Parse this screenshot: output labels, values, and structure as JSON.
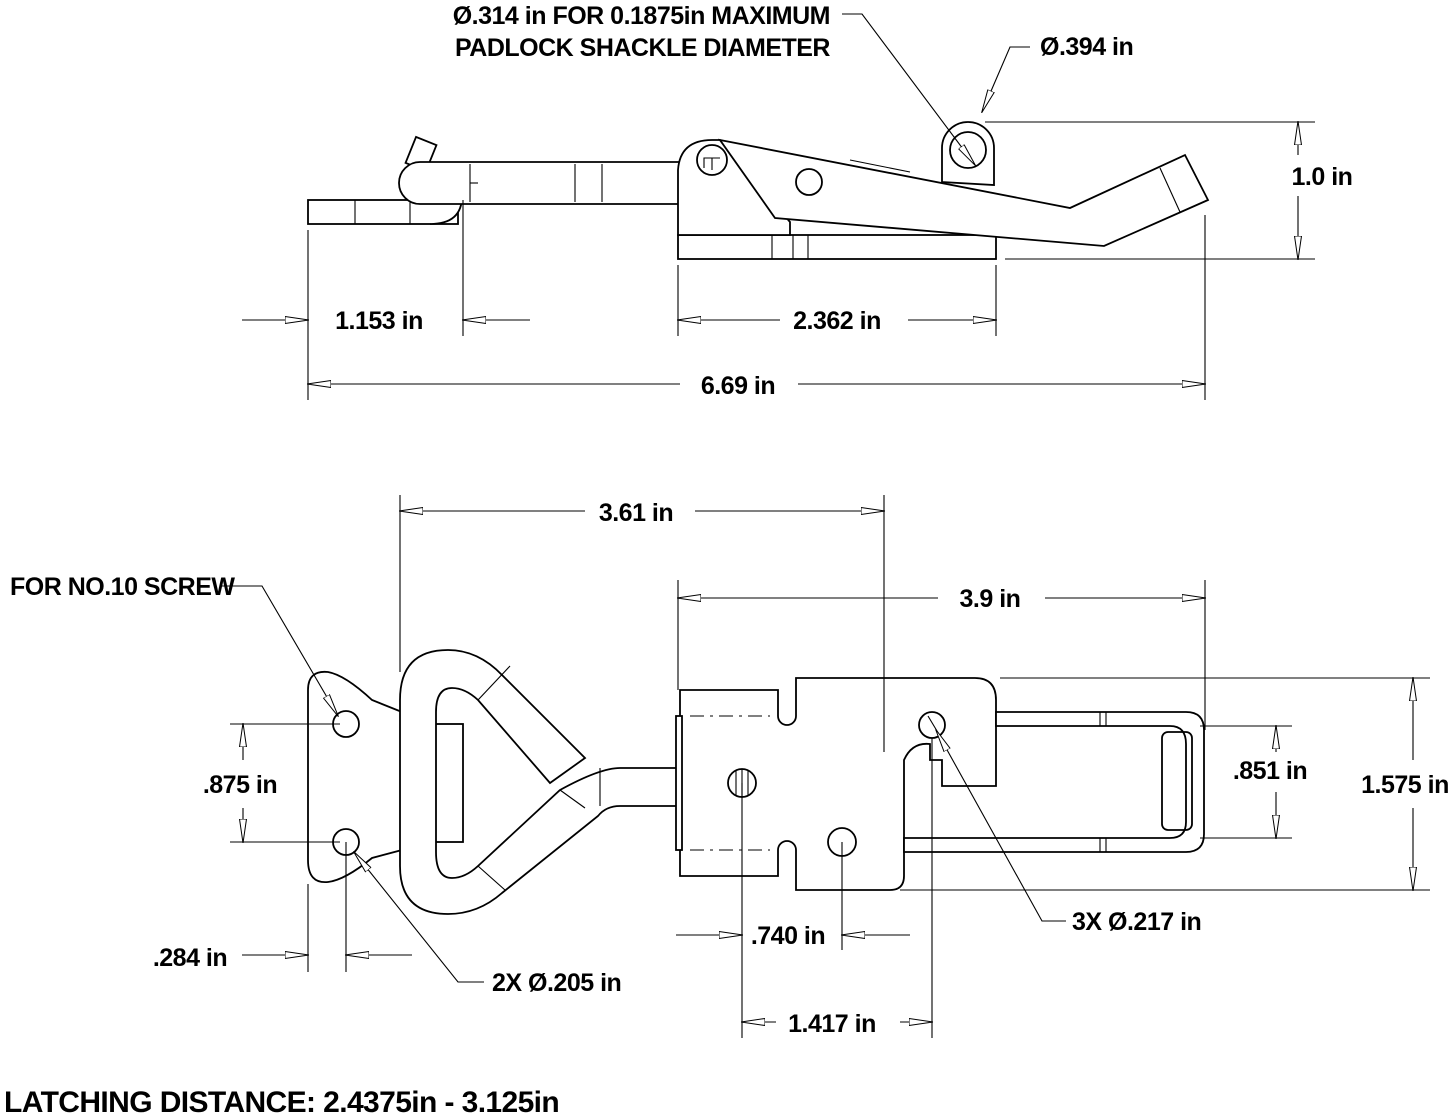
{
  "side_view": {
    "padlock_note_line1": "Ø.314 in FOR 0.1875in MAXIMUM",
    "padlock_note_line2": "PADLOCK SHACKLE DIAMETER",
    "pivot_diameter": "Ø.394 in",
    "height": "1.0 in",
    "hook_length": "1.153 in",
    "base_length": "2.362 in",
    "overall_length": "6.69 in"
  },
  "top_view": {
    "span_left": "3.61 in",
    "span_right": "3.9 in",
    "screw_note": "FOR NO.10 SCREW",
    "hole_spacing": ".875 in",
    "edge_offset": ".284 in",
    "strike_holes": "2X  Ø.205 in",
    "inner_width": ".851 in",
    "overall_width": "1.575 in",
    "base_holes": "3X Ø.217 in",
    "hole_offset": ".740 in",
    "hole_pitch": "1.417 in"
  },
  "footer": {
    "latching_distance": "LATCHING DISTANCE: 2.4375in - 3.125in"
  }
}
